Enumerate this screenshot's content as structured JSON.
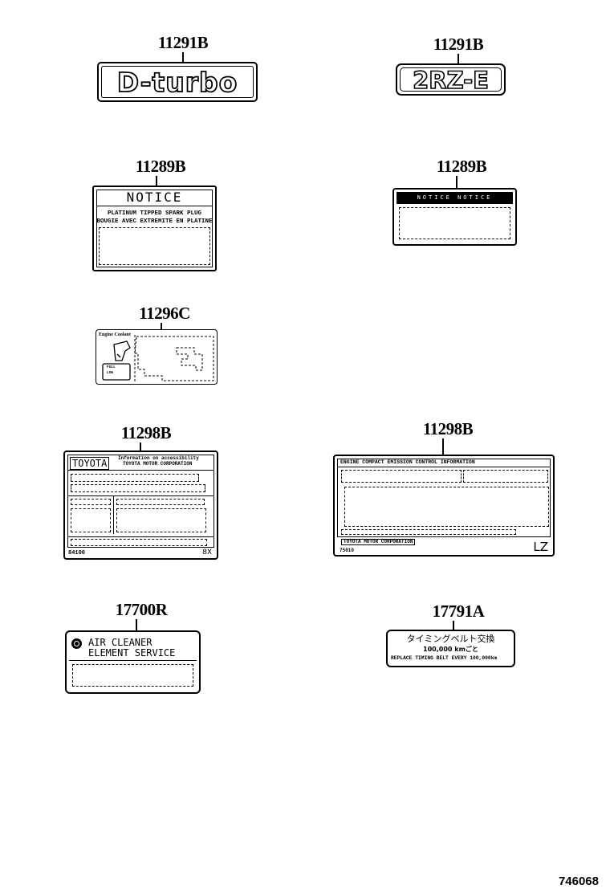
{
  "drawing_number": "746068",
  "labels": [
    {
      "part_no": "11291B",
      "text": "D-turbo"
    },
    {
      "part_no": "11291B",
      "text": "2RZ-E"
    },
    {
      "part_no": "11289B",
      "title": "NOTICE",
      "line1": "PLATINUM TIPPED SPARK PLUG",
      "line2": "BOUGIE AVEC EXTREMITE EN PLATINE"
    },
    {
      "part_no": "11289B",
      "title": "NOTICE NOTICE"
    },
    {
      "part_no": "11296C",
      "corner": "Engine Coolant",
      "tag1": "FULL",
      "tag2": "LOW"
    },
    {
      "part_no": "11298B",
      "brand": "TOYOTA",
      "header1": "Information on accessibility",
      "header2": "TOYOTA MOTOR CORPORATION",
      "footer_left": "84100",
      "footer_right": "8X"
    },
    {
      "part_no": "11298B",
      "header": "ENGINE COMPACT EMISSION CONTROL INFORMATION",
      "maker": "TOYOTA MOTOR CORPORATION",
      "code": "75010",
      "corner": "LZ"
    },
    {
      "part_no": "17700R",
      "line1": "AIR CLEANER",
      "line2": "ELEMENT SERVICE"
    },
    {
      "part_no": "17791A",
      "line1": "タイミングベルト交換",
      "line2": "100,000 kmごと",
      "line3": "REPLACE TIMING BELT EVERY 100,000km"
    }
  ]
}
